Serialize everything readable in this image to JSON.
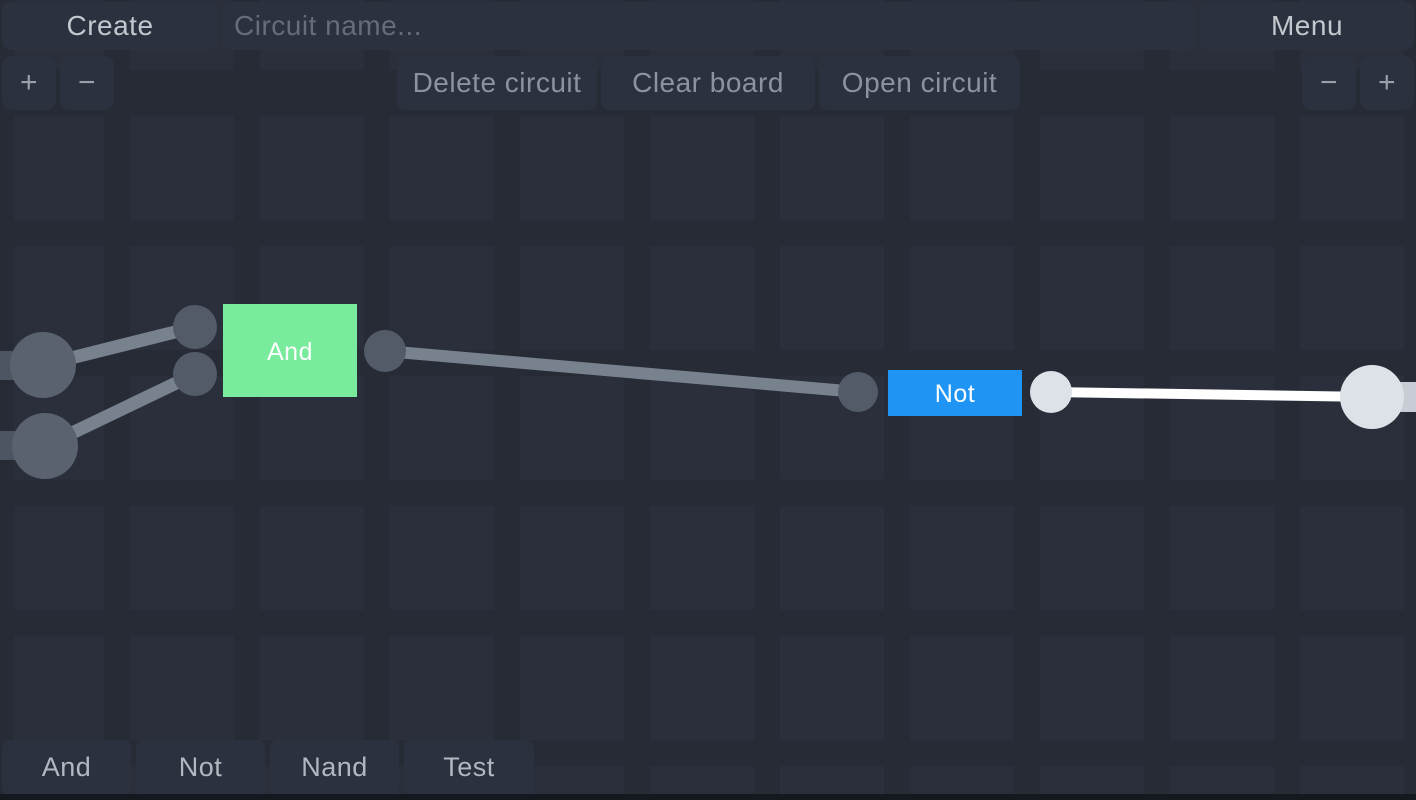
{
  "header": {
    "create_label": "Create",
    "circuit_name_placeholder": "Circuit name...",
    "menu_label": "Menu"
  },
  "circuit_toolbar": {
    "delete_label": "Delete circuit",
    "clear_label": "Clear board",
    "open_label": "Open circuit"
  },
  "zoom_controls": {
    "plus_label": "+",
    "minus_label": "−"
  },
  "palette": {
    "items": [
      {
        "label": "And"
      },
      {
        "label": "Not"
      },
      {
        "label": "Nand"
      },
      {
        "label": "Test"
      }
    ]
  },
  "canvas": {
    "gates": {
      "and": {
        "label": "And",
        "state": "off"
      },
      "not": {
        "label": "Not",
        "state": "on"
      }
    }
  },
  "colors": {
    "and_gate": "#79eb9d",
    "not_gate": "#2094f4",
    "wire_off": "#78828f",
    "wire_on": "#ffffff",
    "pin_off": "#535b69",
    "pin_on": "#dde2e9",
    "switch_node": "#5a6270",
    "switch_stub": "#4d5562",
    "output_node": "#dde2e9",
    "output_stub": "#c7ccd5"
  }
}
